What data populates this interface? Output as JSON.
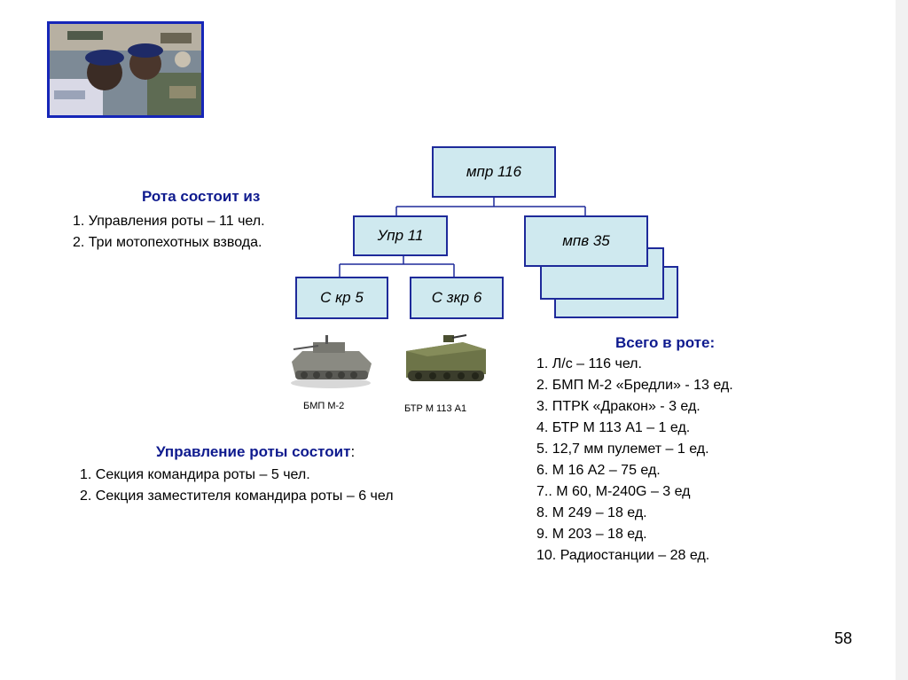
{
  "org_chart": {
    "root": "мпр 116",
    "control": "Упр 11",
    "platoon": "мпв 35",
    "section_commander": "С кр 5",
    "section_deputy": "С зкр 6"
  },
  "composition": {
    "heading": "Рота состоит из",
    "items": [
      "1. Управления роты – 11 чел.",
      "2. Три мотопехотных взвода."
    ]
  },
  "vehicles": {
    "bmp_caption": "БМП М-2",
    "btr_caption": "БТР М 113 А1"
  },
  "control_composition": {
    "heading": "Управление роты состоит",
    "heading_colon": ":",
    "items": [
      "1. Секция командира роты – 5 чел.",
      "2. Секция заместителя командира роты – 6 чел"
    ]
  },
  "totals": {
    "heading": "Всего в роте:",
    "items": [
      "1. Л/с – 116 чел.",
      "2. БМП М-2 «Бредли» - 13 ед.",
      "3. ПТРК «Дракон» - 3 ед.",
      "4. БТР М 113 А1 – 1 ед.",
      "5. 12,7 мм пулемет – 1 ед.",
      "6. М 16 А2 – 75 ед.",
      "7.. М 60, М-240G – 3 ед",
      "8. М 249 – 18 ед.",
      "9. М 203 – 18 ед.",
      "10. Радиостанции – 28 ед."
    ]
  },
  "page_number": "58"
}
